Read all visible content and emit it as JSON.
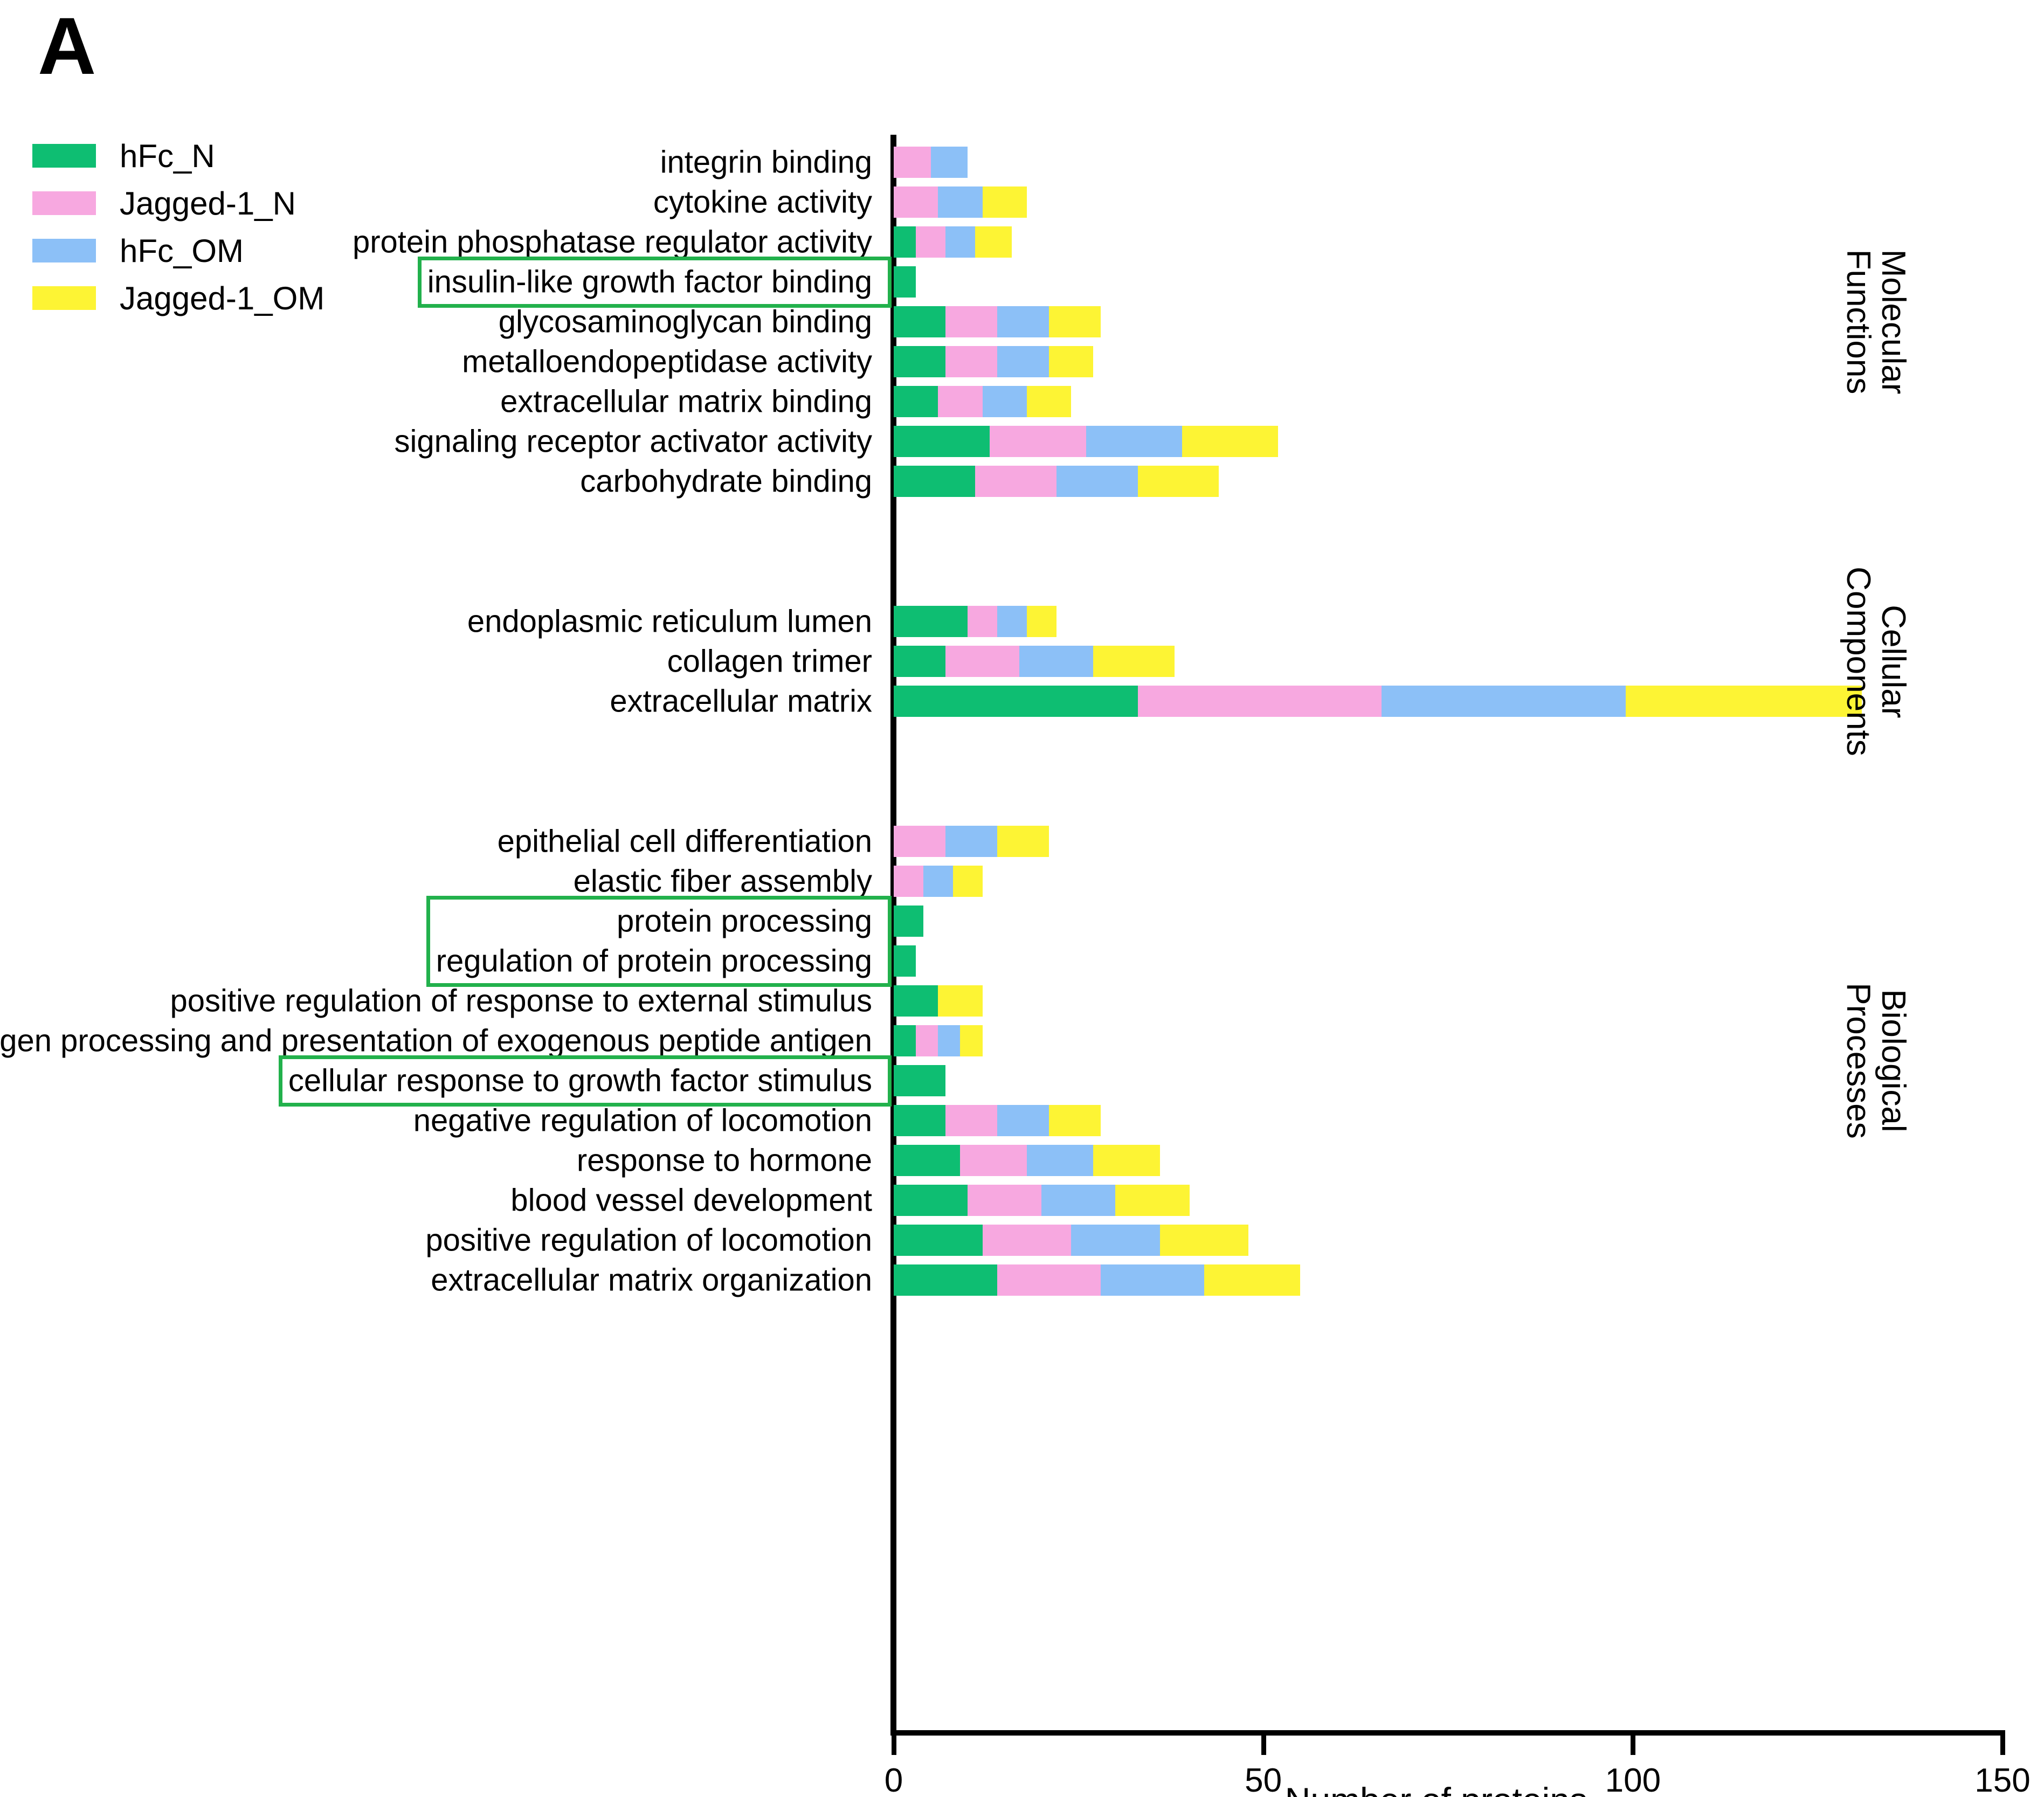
{
  "panel": {
    "letter": "A"
  },
  "legend": {
    "items": [
      {
        "label": "hFc_N",
        "color": "#0ebe72"
      },
      {
        "label": "Jagged-1_N",
        "color": "#f7a8e0"
      },
      {
        "label": "hFc_OM",
        "color": "#8cc0f7"
      },
      {
        "label": "Jagged-1_OM",
        "color": "#fdf434"
      }
    ]
  },
  "group_labels": [
    {
      "text": "Molecular\nFunctions"
    },
    {
      "text": "Cellular\nComponents"
    },
    {
      "text": "Biological\nProcesses"
    }
  ],
  "highlight_color": "#22b14c",
  "highlighted_categories": [
    "insulin-like growth factor binding",
    "protein processing",
    "regulation of protein processing",
    "cellular response to growth factor stimulus"
  ],
  "chart_data": {
    "type": "bar",
    "orientation": "horizontal",
    "stacked": true,
    "title": "",
    "xlabel": "Number of proteins",
    "ylabel": "",
    "xlim": [
      0,
      150
    ],
    "xticks": [
      0,
      50,
      100,
      150
    ],
    "xticklabels": [
      "0",
      "50",
      "100",
      "150"
    ],
    "grid": false,
    "legend_position": "top-left",
    "series": [
      {
        "name": "hFc_N",
        "color": "#0ebe72"
      },
      {
        "name": "Jagged-1_N",
        "color": "#f7a8e0"
      },
      {
        "name": "hFc_OM",
        "color": "#8cc0f7"
      },
      {
        "name": "Jagged-1_OM",
        "color": "#fdf434"
      }
    ],
    "groups": [
      {
        "name": "Molecular Functions",
        "categories": [
          {
            "label": "integrin binding",
            "values": [
              0,
              5,
              5,
              0
            ]
          },
          {
            "label": "cytokine activity",
            "values": [
              0,
              6,
              6,
              6
            ]
          },
          {
            "label": "protein phosphatase regulator activity",
            "values": [
              3,
              4,
              4,
              5
            ]
          },
          {
            "label": "insulin-like growth factor binding",
            "values": [
              3,
              0,
              0,
              0
            ]
          },
          {
            "label": "glycosaminoglycan binding",
            "values": [
              7,
              7,
              7,
              7
            ]
          },
          {
            "label": "metalloendopeptidase activity",
            "values": [
              7,
              7,
              7,
              6
            ]
          },
          {
            "label": "extracellular matrix binding",
            "values": [
              6,
              6,
              6,
              6
            ]
          },
          {
            "label": "signaling receptor activator activity",
            "values": [
              13,
              13,
              13,
              13
            ]
          },
          {
            "label": "carbohydrate binding",
            "values": [
              11,
              11,
              11,
              11
            ]
          }
        ]
      },
      {
        "name": "Cellular Components",
        "categories": [
          {
            "label": "endoplasmic reticulum lumen",
            "values": [
              10,
              4,
              4,
              4
            ]
          },
          {
            "label": "collagen trimer",
            "values": [
              7,
              10,
              10,
              11
            ]
          },
          {
            "label": "extracellular matrix",
            "values": [
              33,
              33,
              33,
              32
            ]
          }
        ]
      },
      {
        "name": "Biological Processes",
        "categories": [
          {
            "label": "epithelial cell differentiation",
            "values": [
              0,
              7,
              7,
              7
            ]
          },
          {
            "label": "elastic fiber assembly",
            "values": [
              0,
              4,
              4,
              4
            ]
          },
          {
            "label": "protein processing",
            "values": [
              4,
              0,
              0,
              0
            ]
          },
          {
            "label": "regulation of protein processing",
            "values": [
              3,
              0,
              0,
              0
            ]
          },
          {
            "label": "positive regulation of response to external stimulus",
            "values": [
              6,
              0,
              0,
              6
            ]
          },
          {
            "label": "antigen processing and presentation of exogenous peptide antigen",
            "values": [
              3,
              3,
              3,
              3
            ]
          },
          {
            "label": "cellular response to growth factor stimulus",
            "values": [
              7,
              0,
              0,
              0
            ]
          },
          {
            "label": "negative regulation of locomotion",
            "values": [
              7,
              7,
              7,
              7
            ]
          },
          {
            "label": "response to hormone",
            "values": [
              9,
              9,
              9,
              9
            ]
          },
          {
            "label": "blood vessel development",
            "values": [
              10,
              10,
              10,
              10
            ]
          },
          {
            "label": "positive regulation of locomotion",
            "values": [
              12,
              12,
              12,
              12
            ]
          },
          {
            "label": "extracellular matrix organization",
            "values": [
              14,
              14,
              14,
              13
            ]
          }
        ]
      }
    ]
  }
}
